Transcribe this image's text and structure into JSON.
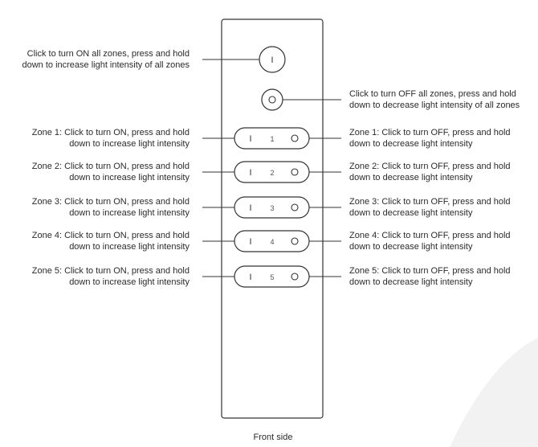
{
  "diagram": {
    "caption": "Front side",
    "all_on": {
      "symbol": "I",
      "label_lines": [
        "Click to turn ON all zones, press and hold",
        "down to increase light intensity of all zones"
      ]
    },
    "all_off": {
      "symbol": "O",
      "label_lines": [
        "Click to turn OFF all zones, press and hold",
        "down to decrease light intensity of all zones"
      ]
    },
    "zones": [
      {
        "number": "1",
        "on_symbol": "I",
        "off_symbol": "O",
        "on_label": [
          "Zone 1: Click to turn ON, press and hold",
          "down to increase light intensity"
        ],
        "off_label": [
          "Zone 1: Click to turn OFF, press and hold",
          "down to decrease light intensity"
        ]
      },
      {
        "number": "2",
        "on_symbol": "I",
        "off_symbol": "O",
        "on_label": [
          "Zone 2: Click to turn ON, press and hold",
          "down to increase light intensity"
        ],
        "off_label": [
          "Zone 2: Click to turn OFF, press and hold",
          "down to decrease light intensity"
        ]
      },
      {
        "number": "3",
        "on_symbol": "I",
        "off_symbol": "O",
        "on_label": [
          "Zone 3: Click to turn ON, press and hold",
          "down to increase light intensity"
        ],
        "off_label": [
          "Zone 3: Click to turn OFF, press and hold",
          "down to decrease light intensity"
        ]
      },
      {
        "number": "4",
        "on_symbol": "I",
        "off_symbol": "O",
        "on_label": [
          "Zone 4: Click to turn ON, press and hold",
          "down to increase light intensity"
        ],
        "off_label": [
          "Zone 4: Click to turn OFF, press and hold",
          "down to decrease light intensity"
        ]
      },
      {
        "number": "5",
        "on_symbol": "I",
        "off_symbol": "O",
        "on_label": [
          "Zone 5: Click to turn ON, press and hold",
          "down to increase light intensity"
        ],
        "off_label": [
          "Zone 5: Click to turn OFF, press and hold",
          "down to decrease light intensity"
        ]
      }
    ],
    "colors": {
      "line": "#333333",
      "text": "#2b2b2b",
      "swoosh": "#f2f2f2"
    }
  }
}
